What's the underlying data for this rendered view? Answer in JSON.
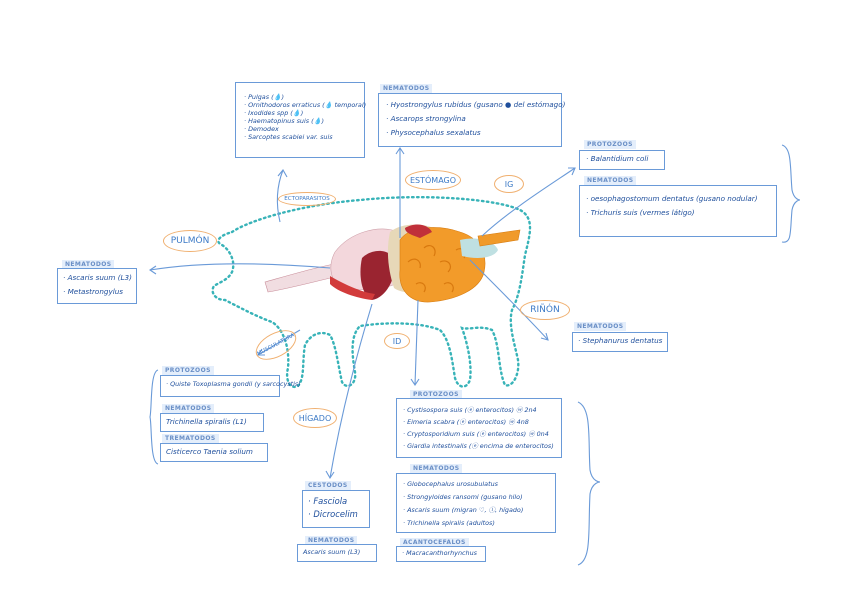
{
  "ectoparasites": {
    "items": [
      "· Pulgas (💧)",
      "· Ornithodoros erraticus (💧 temporal)",
      "· Ixodides spp (💧)",
      "· Haematopinus suis (💧)",
      "· Demodex",
      "· Sarcoptes scabiei var. suis"
    ]
  },
  "stomach_nematodes": {
    "header": "NEMATODOS",
    "items": [
      "· Hyostrongylus rubidus (gusano ● del estómago)",
      "· Ascarops strongylina",
      "· Physocephalus sexalatus"
    ]
  },
  "lung_nematodes": {
    "header": "NEMATODOS",
    "items": [
      "· Ascaris suum (L3)",
      "· Metastrongylus"
    ]
  },
  "li_protozoa": {
    "header": "PROTOZOOS",
    "items": [
      "· Balantidium coli"
    ]
  },
  "li_nematodes": {
    "header": "NEMATODOS",
    "items": [
      "· oesophagostomum dentatus (gusano nodular)",
      "· Trichuris suis (vermes látigo)"
    ]
  },
  "kidney_nematodes": {
    "header": "NEMATODOS",
    "items": [
      "· Stephanurus dentatus"
    ]
  },
  "muscle": {
    "protozoa_header": "PROTOZOOS",
    "protozoa_items": [
      "· Quiste Toxoplasma gondii (y sarcocystis)"
    ],
    "nematodes_header": "NEMATODOS",
    "nematodes_items": [
      "Trichinella spiralis (L1)"
    ],
    "trematodes_header": "TREMATODOS",
    "trematodes_items": [
      "Cisticerco Taenia solium"
    ]
  },
  "si_protozoa": {
    "header": "PROTOZOOS",
    "items": [
      "· Cystisospora suis (ⓔ enterocitos) ⓦ 2n4",
      "· Eimeria scabra (ⓔ enterocitos) ⓦ 4n8",
      "· Cryptosporidium suis (ⓔ enterocitos) ⓦ 0n4",
      "· Giardia intestinalis (ⓔ encima de enterocitos)"
    ]
  },
  "si_nematodes": {
    "header": "NEMATODOS",
    "items": [
      "· Globocephalus urosubulatus",
      "· Strongyloides ransomi (gusano hilo)",
      "· Ascaris suum (migran ♡, ⓛ, hígado)",
      "· Trichinella spiralis (adultos)"
    ]
  },
  "si_acanthocephala": {
    "header": "ACANTOCEFALOS",
    "items": [
      "· Macracanthorhynchus"
    ]
  },
  "liver_cestodes": {
    "header": "CESTODOS",
    "items": [
      "· Fasciola",
      "· Dicrocelim"
    ]
  },
  "liver_nematodes": {
    "header": "NEMATODOS",
    "items": [
      "Ascaris suum (L3)"
    ]
  },
  "labels": {
    "ectoparasites": "ECTOPARASITOS",
    "stomach": "ESTÓMAGO",
    "ig": "IG",
    "lung": "PULMÓN",
    "kidney": "RIÑÓN",
    "muscle": "MUSCULATURA",
    "id": "ID",
    "liver": "HÍGADO"
  },
  "colors": {
    "accent_blue": "#6a9ad8",
    "outline_dots": "#38b3b8",
    "organ_orange": "#f09a2a",
    "organ_red": "#c0303a",
    "lung_pink": "#f3d7dc",
    "oval_border": "#f0b070"
  }
}
